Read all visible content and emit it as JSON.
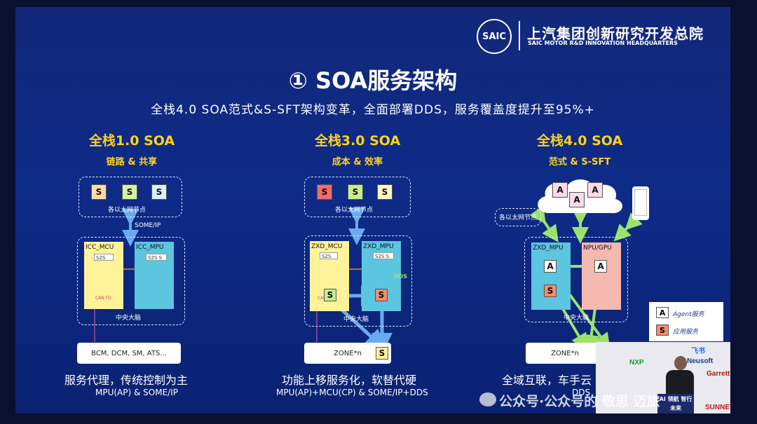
{
  "header": {
    "logo_text": "SAIC",
    "org_cn": "上汽集团创新研究开发总院",
    "org_en": "SAIC MOTOR R&D INNOVATION HEADQUARTERS"
  },
  "title": "① SOA服务架构",
  "subtitle": "全栈4.0 SOA范式&S-SFT架构变革，全面部署DDS，服务覆盖度提升至95%+",
  "columns": [
    {
      "heading": "全栈1.0 SOA",
      "subheading": "链路 & 共享",
      "cloud_squares": [
        "S",
        "S",
        "S"
      ],
      "cloud_label": "各以太网节点",
      "link_label": "SOME/IP",
      "left_box": "ICC_MCU",
      "right_box": "ICC_MPU",
      "left_mini": "S2S",
      "right_mini": "S2S  S",
      "left_side": "CAN FD",
      "center_label": "中央大脑",
      "bottom_box": "BCM, DCM, SM, ATS...",
      "caption": "服务代理，传统控制为主",
      "caption2": "MPU(AP) & SOME/IP"
    },
    {
      "heading": "全栈3.0 SOA",
      "subheading": "成本 & 效率",
      "cloud_squares": [
        "S",
        "S",
        "S"
      ],
      "cloud_label": "各以太网节点",
      "left_box": "ZXD_MCU",
      "right_box": "ZXD_MPU",
      "left_mini": "S2S",
      "right_mini": "S2S  S",
      "left_side": "CAN FD",
      "dds_label": "DDS",
      "chip_s": "S",
      "center_label": "中央大脑",
      "bottom_box": "ZONE*n",
      "bottom_s": "S",
      "caption": "功能上移服务化，软替代硬",
      "caption2": "MPU(AP)+MCU(CP) & SOME/IP+DDS"
    },
    {
      "heading": "全栈4.0 SOA",
      "subheading": "范式 & S-SFT",
      "cloud_squares": [
        "A",
        "A",
        "A"
      ],
      "eth_label": "各以太网节点",
      "left_box": "ZXD_MPU",
      "right_box": "NPU/GPU",
      "chip_a": "A",
      "chip_s": "S",
      "center_label": "中央大脑",
      "bottom_box": "ZONE*n",
      "caption": "全域互联，车手云",
      "caption2": "DDS"
    }
  ],
  "legend": {
    "a_symbol": "A",
    "a_label": "Agent服务",
    "s_symbol": "S",
    "s_label": "应用服务"
  },
  "watermark": "公众号·公众号的 敬思 迈旅",
  "speaker_panel": {
    "logos": [
      "Neusoft",
      "Garrett",
      "NXP",
      "飞书",
      "SUNNET"
    ],
    "banner": "AI 领航 智行未来"
  },
  "colors": {
    "accent_yellow": "#ffd21f",
    "mcu_yellow": "#fff39a",
    "mpu_blue": "#5cc5e0",
    "npu_pink": "#f5b8ae",
    "link_blue": "#6aaaf0",
    "arrow_green": "#9be26b"
  }
}
